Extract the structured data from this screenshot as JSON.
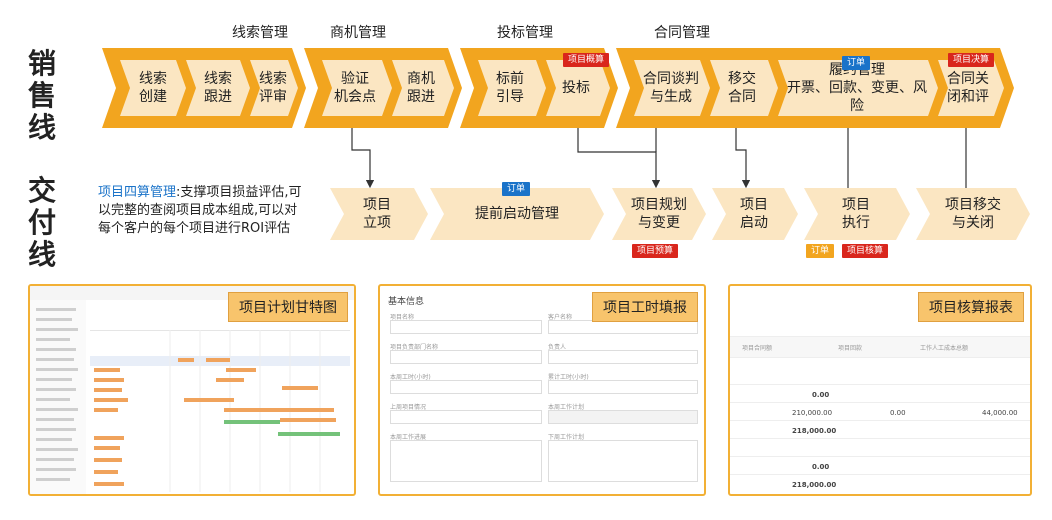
{
  "rows": {
    "sales": "销\n售\n线",
    "delivery": "交\n付\n线"
  },
  "groups": [
    {
      "id": "clue",
      "label": "线索管理"
    },
    {
      "id": "opportunity",
      "label": "商机管理"
    },
    {
      "id": "bid",
      "label": "投标管理"
    },
    {
      "id": "contract",
      "label": "合同管理"
    }
  ],
  "sales_stages": [
    {
      "id": "clue-create",
      "label": "线索\n创建"
    },
    {
      "id": "clue-follow",
      "label": "线索\n跟进"
    },
    {
      "id": "clue-review",
      "label": "线索\n评审"
    },
    {
      "id": "verify-opportunity",
      "label": "验证\n机会点"
    },
    {
      "id": "opportunity-follow",
      "label": "商机\n跟进"
    },
    {
      "id": "pre-bid",
      "label": "标前\n引导"
    },
    {
      "id": "bidding",
      "label": "投标"
    },
    {
      "id": "contract-negotiation",
      "label": "合同谈判\n与生成"
    },
    {
      "id": "handover",
      "label": "移交\n合同"
    },
    {
      "id": "fulfillment",
      "label": "履约管理\n开票、回款、变更、风险"
    },
    {
      "id": "contract-close",
      "label": "合同关\n闭和评"
    }
  ],
  "delivery_stages": [
    {
      "id": "project-setup",
      "label": "项目\n立项"
    },
    {
      "id": "early-start",
      "label": "提前启动管理"
    },
    {
      "id": "planning",
      "label": "项目规划\n与变更"
    },
    {
      "id": "kickoff",
      "label": "项目\n启动"
    },
    {
      "id": "execution",
      "label": "项目\n执行"
    },
    {
      "id": "transfer-close",
      "label": "项目移交\n与关闭"
    }
  ],
  "tags": {
    "bid_estimate": "项目概算",
    "fulfill_order": "订单",
    "final_account": "项目决算",
    "early_order": "订单",
    "budget": "项目预算",
    "exec_order": "订单",
    "exec_check": "项目核算"
  },
  "description": {
    "highlight": "项目四算管理",
    "text": ":支撑项目损益评估,可以完整的查阅项目成本组成,可以对每个客户的每个项目进行ROI评估"
  },
  "panels": {
    "gantt": {
      "title": "项目计划甘特图"
    },
    "timesheet": {
      "title": "项目工时填报",
      "section": "基本信息",
      "labels": [
        "项目名称",
        "客户名称",
        "项目负责部门名称",
        "负责人",
        "本周工时(小时)",
        "累计工时(小时)",
        "上周项目情况",
        "本周工作计划",
        "本周工作进展",
        "下周工作计划"
      ]
    },
    "accounting": {
      "title": "项目核算报表",
      "headers": [
        "项目合同额",
        "项目回款",
        "工作人工成本总额"
      ],
      "values": [
        "0.00",
        "210,000.00",
        "0.00",
        "44,000.00",
        "218,000.00",
        "0.00",
        "218,000.00"
      ]
    }
  },
  "colors": {
    "orange": "#f2a51f",
    "chevron_fill": "#fbe6c2",
    "red": "#d9261c",
    "blue": "#1a73c9"
  }
}
